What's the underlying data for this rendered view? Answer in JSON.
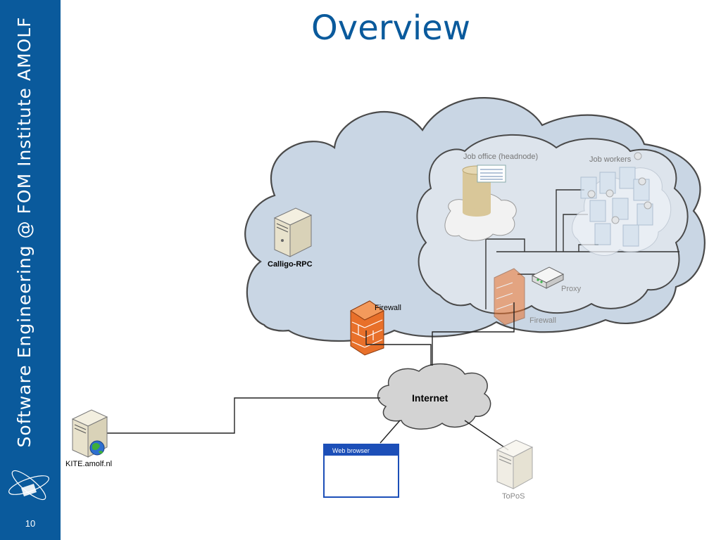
{
  "slide": {
    "title": "Overview",
    "side_title": "Software Engineering  @  FOM Institute AMOLF",
    "page_number": "10"
  },
  "diagram": {
    "nodes": {
      "calligo": "Calligo-RPC",
      "firewall_main": "Firewall",
      "job_office": "Job office (headnode)",
      "job_workers": "Job workers",
      "proxy": "Proxy",
      "firewall_inner": "Firewall",
      "internet": "Internet",
      "kite": "KITE.amolf.nl",
      "web_browser": "Web browser",
      "topos": "ToPoS"
    },
    "colors": {
      "sidebar": "#0a5a9c",
      "title": "#0a5a9c",
      "outer_cloud": "#c9d6e4",
      "inner_cloud": "#dde4ec",
      "internet_cloud": "#d3d3d3",
      "firewall": "#e8702a",
      "browser_frame": "#1c4fb8"
    }
  }
}
